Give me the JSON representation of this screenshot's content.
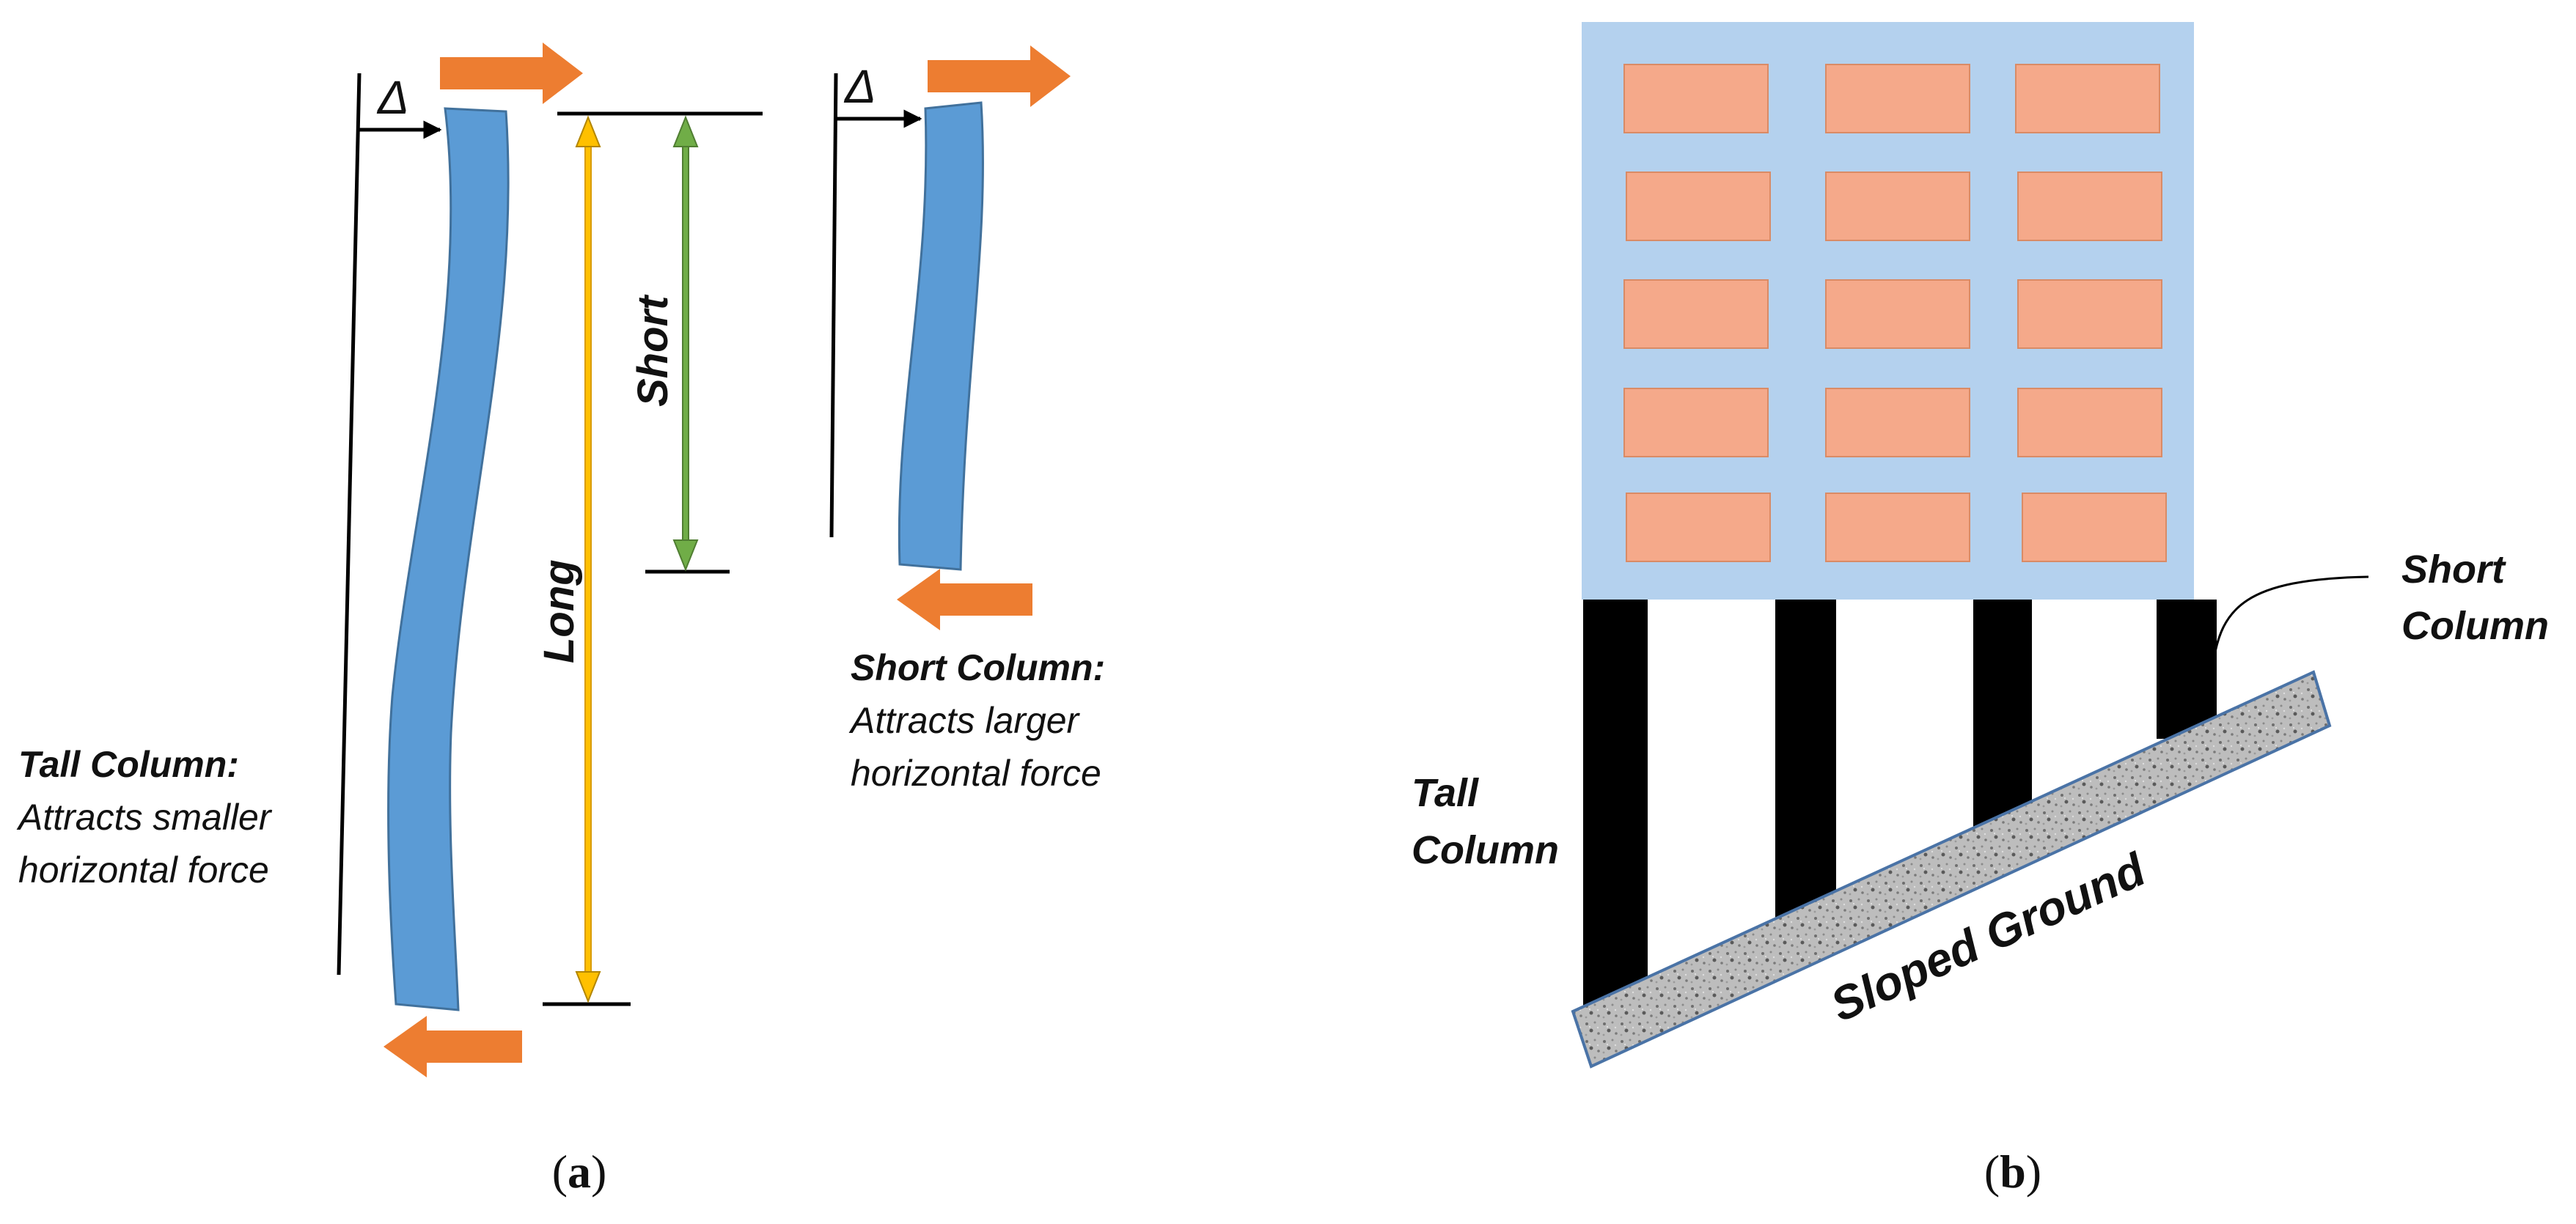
{
  "panel_a": {
    "delta_symbol_tall": "Δ",
    "delta_symbol_short": "Δ",
    "long_label": "Long",
    "short_label": "Short",
    "tall_column_title": "Tall Column:",
    "tall_column_desc_line1": "Attracts smaller",
    "tall_column_desc_line2": "horizontal force",
    "short_column_title": "Short Column:",
    "short_column_desc_line1": "Attracts larger",
    "short_column_desc_line2": "horizontal force",
    "caption_open": "(",
    "caption_letter": "a",
    "caption_close": ")"
  },
  "panel_b": {
    "short_column_line1": "Short",
    "short_column_line2": "Column",
    "tall_column_line1": "Tall",
    "tall_column_line2": "Column",
    "ground_label": "Sloped Ground",
    "caption_open": "(",
    "caption_letter": "b",
    "caption_close": ")"
  },
  "colors": {
    "column_blue": "#5b9bd5",
    "force_orange": "#ed7d31",
    "long_yellow": "#f5b800",
    "short_green": "#70ad47",
    "building_blue": "#b4d1ee",
    "window_orange": "#f5a98a",
    "pier_black": "#000000",
    "ground_gray": "#a6a6a6"
  }
}
